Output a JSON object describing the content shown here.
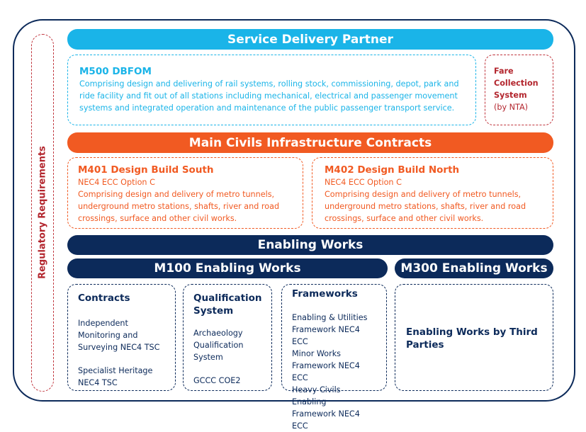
{
  "regulatory": "Regulatory Requirements",
  "service_delivery": {
    "title": "Service Delivery Partner",
    "m500": {
      "title": "M500 DBFOM",
      "desc": "Comprising design and delivering of rail systems, rolling stock, commissioning, depot, park and ride facility and fit out of all stations including mechanical, electrical and passenger movement systems and integrated operation and maintenance of the public passenger transport service."
    },
    "fare": {
      "lines": [
        "Fare",
        "Collection",
        "System",
        "(by NTA)"
      ]
    }
  },
  "main_civils": {
    "title": "Main Civils Infrastructure Contracts",
    "m401": {
      "title": "M401 Design Build South",
      "sub": "NEC4 ECC Option C",
      "desc": "Comprising design and delivery of metro tunnels, underground metro stations, shafts, river and road crossings, surface and other civil works."
    },
    "m402": {
      "title": "M402 Design Build North",
      "sub": "NEC4 ECC Option C",
      "desc": "Comprising design and delivery of metro tunnels, underground metro stations, shafts, river and road crossings, surface and other civil works."
    }
  },
  "enabling": {
    "title": "Enabling Works",
    "m100": "M100 Enabling Works",
    "m300": "M300 Enabling Works",
    "contracts": {
      "title": "Contracts",
      "item1": "Independent Monitoring and Surveying NEC4 TSC",
      "item2": "Specialist Heritage NEC4 TSC"
    },
    "qualification": {
      "title": "Qualification System",
      "item1": "Archaeology Qualification System",
      "item2": "GCCC COE2"
    },
    "frameworks": {
      "title": "Frameworks",
      "items": [
        "Enabling & Utilities",
        "Framework NEC4 ECC",
        "Minor Works",
        "Framework NEC4 ECC",
        "Heavy Civils Enabling",
        "Framework NEC4 ECC"
      ]
    },
    "third_parties": "Enabling Works by Third Parties"
  },
  "colors": {
    "cyan": "#1ab4e8",
    "orange": "#f15a22",
    "navy": "#0c2a5a",
    "red": "#c0353d"
  }
}
